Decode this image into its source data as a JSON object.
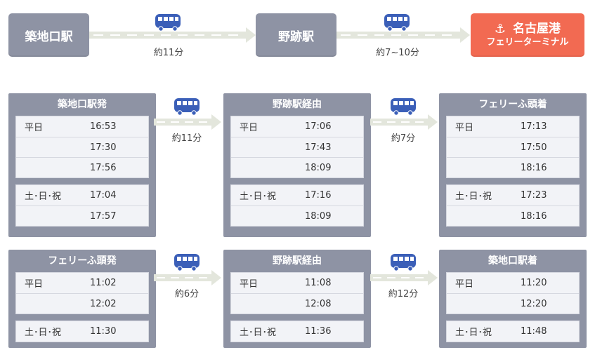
{
  "route": {
    "stop1": "築地口駅",
    "stop2": "野跡駅",
    "dest_line1": "名古屋港",
    "dest_line2": "フェリーターミナル",
    "leg1_duration": "約11分",
    "leg2_duration": "約7~10分"
  },
  "icons": {
    "bus": "bus-icon",
    "anchor": "anchor-icon",
    "arrow": "arrow-right-icon"
  },
  "colors": {
    "card": "#8e93a4",
    "destination": "#f26a52",
    "bus": "#3b5fb8",
    "road": "#e3e6dc"
  },
  "outbound": {
    "card1": {
      "title": "築地口駅発",
      "weekday": {
        "label": "平日",
        "times": [
          "16:53",
          "17:30",
          "17:56"
        ]
      },
      "holiday": {
        "label": "土･日･祝",
        "times": [
          "17:04",
          "17:57"
        ]
      }
    },
    "leg1": "約11分",
    "card2": {
      "title": "野跡駅経由",
      "weekday": {
        "label": "平日",
        "times": [
          "17:06",
          "17:43",
          "18:09"
        ]
      },
      "holiday": {
        "label": "土･日･祝",
        "times": [
          "17:16",
          "18:09"
        ]
      }
    },
    "leg2": "約7分",
    "card3": {
      "title": "フェリーふ頭着",
      "weekday": {
        "label": "平日",
        "times": [
          "17:13",
          "17:50",
          "18:16"
        ]
      },
      "holiday": {
        "label": "土･日･祝",
        "times": [
          "17:23",
          "18:16"
        ]
      }
    }
  },
  "inbound": {
    "card1": {
      "title": "フェリーふ頭発",
      "weekday": {
        "label": "平日",
        "times": [
          "11:02",
          "12:02"
        ]
      },
      "holiday": {
        "label": "土･日･祝",
        "times": [
          "11:30"
        ]
      }
    },
    "leg1": "約6分",
    "card2": {
      "title": "野跡駅経由",
      "weekday": {
        "label": "平日",
        "times": [
          "11:08",
          "12:08"
        ]
      },
      "holiday": {
        "label": "土･日･祝",
        "times": [
          "11:36"
        ]
      }
    },
    "leg2": "約12分",
    "card3": {
      "title": "築地口駅着",
      "weekday": {
        "label": "平日",
        "times": [
          "11:20",
          "12:20"
        ]
      },
      "holiday": {
        "label": "土･日･祝",
        "times": [
          "11:48"
        ]
      }
    }
  }
}
